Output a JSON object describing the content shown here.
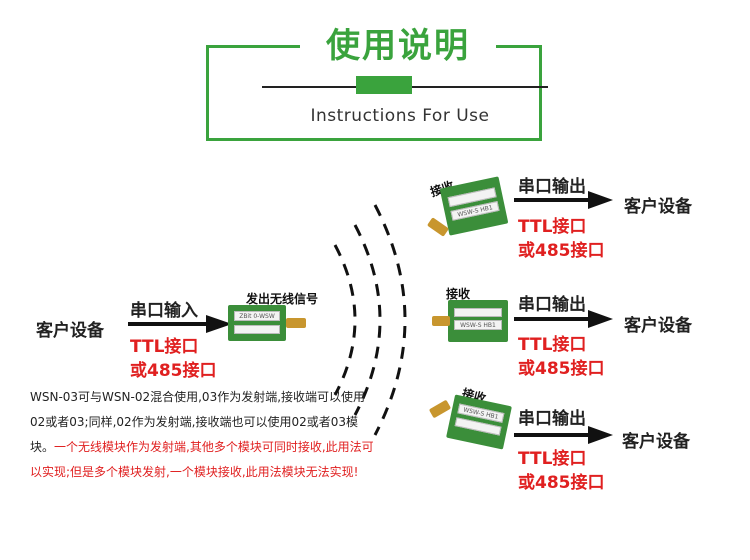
{
  "header": {
    "title": "使用说明",
    "subtitle": "Instructions For Use"
  },
  "sender": {
    "client_label": "客户设备",
    "port_label": "串口输入",
    "ttl_label": "TTL接口",
    "rs485_label": "或485接口",
    "module_caption": "发出无线信号"
  },
  "receivers": [
    {
      "caption": "接收",
      "port_label": "串口输出",
      "ttl_label": "TTL接口",
      "rs485_label": "或485接口",
      "client_label": "客户设备"
    },
    {
      "caption": "接收",
      "port_label": "串口输出",
      "ttl_label": "TTL接口",
      "rs485_label": "或485接口",
      "client_label": "客户设备"
    },
    {
      "caption": "接收",
      "port_label": "串口输出",
      "ttl_label": "TTL接口",
      "rs485_label": "或485接口",
      "client_label": "客户设备"
    }
  ],
  "description": {
    "part1": "WSN-03可与WSN-02混合使用,03作为发射端,接收端可以使用02或者03;同样,02作为发射端,接收端也可以使用02或者03模块。",
    "part2": "一个无线模块作为发射端,其他多个模块可同时接收,此用法可以实现;但是多个模块发射,一个模块接收,此用法模块无法实现!"
  },
  "colors": {
    "accent": "#3aa33d",
    "highlight": "#e02020",
    "module": "#3b8e3a"
  }
}
